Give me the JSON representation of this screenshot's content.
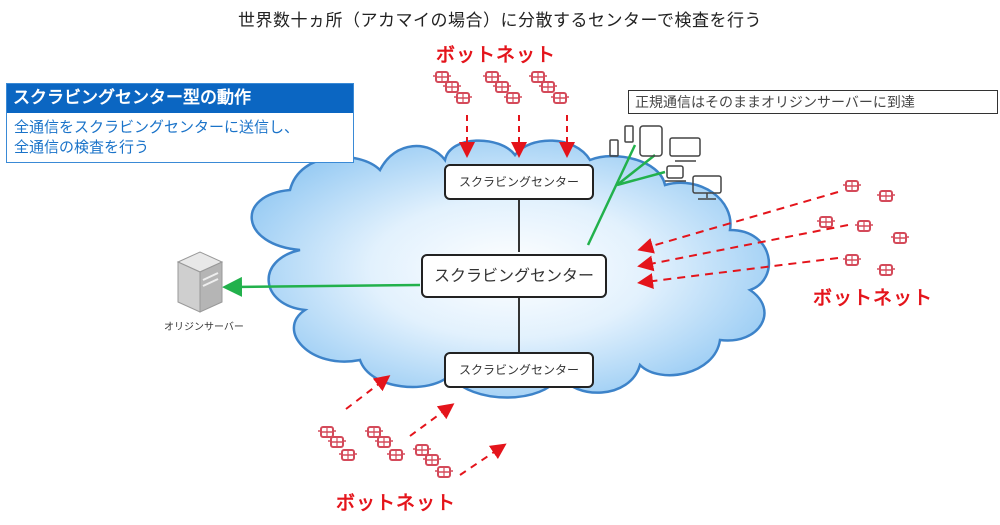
{
  "title": "世界数十ヵ所（アカマイの場合）に分散するセンターで検査を行う",
  "info_box": {
    "heading": "スクラビングセンター型の動作",
    "lines": [
      "全通信をスクラビングセンターに送信し、",
      "全通信の検査を行う"
    ]
  },
  "note": "正規通信はそのままオリジンサーバーに到達",
  "botnet_labels": {
    "top": "ボットネット",
    "right": "ボットネット",
    "bottom": "ボットネット"
  },
  "scrubbing_centers": {
    "top": "スクラビングセンター",
    "middle": "スクラビングセンター",
    "bottom": "スクラビングセンター"
  },
  "origin_server": {
    "label": "オリジンサーバー",
    "icon": "server-icon"
  },
  "client_devices": [
    "smartphone-icon",
    "smartphone-icon",
    "tablet-icon",
    "monitor-icon",
    "laptop-icon",
    "monitor-icon"
  ],
  "colors": {
    "attack": "#e4141b",
    "legit": "#22b14c",
    "cloud_edge": "#3d83c9",
    "cloud_fill": "#a9d3f5",
    "header_blue": "#0b66c2",
    "info_text": "#1a73c9",
    "bot": "#d44a5a"
  }
}
